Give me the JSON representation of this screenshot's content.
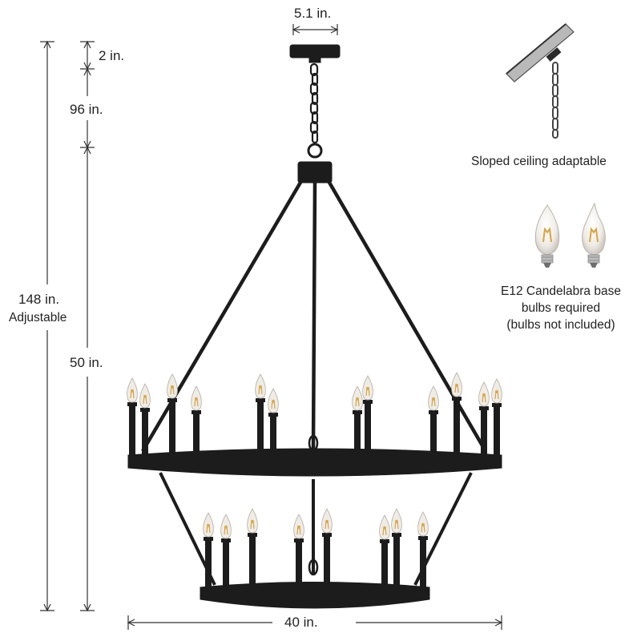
{
  "dimensions": {
    "canopy_width": "5.1 in.",
    "canopy_height": "2 in.",
    "chain_length": "96 in.",
    "total_height": "148 in.",
    "total_height_note": "Adjustable",
    "fixture_height": "50 in.",
    "fixture_width": "40 in."
  },
  "features": {
    "sloped_ceiling": "Sloped ceiling adaptable",
    "bulb_line1": "E12 Candelabra base",
    "bulb_line2": "bulbs required",
    "bulb_line3": "(bulbs not included)"
  },
  "colors": {
    "fixture": "#1c1c1c",
    "dimension_line": "#333333",
    "ceiling": "#b9b9b9",
    "bulb_glass": "#f1eee8",
    "filament": "#d9a441"
  },
  "icons": {
    "sloped_ceiling": "sloped-ceiling-chain-icon",
    "bulb_torpedo": "torpedo-bulb-icon",
    "bulb_flame": "flame-tip-bulb-icon"
  }
}
